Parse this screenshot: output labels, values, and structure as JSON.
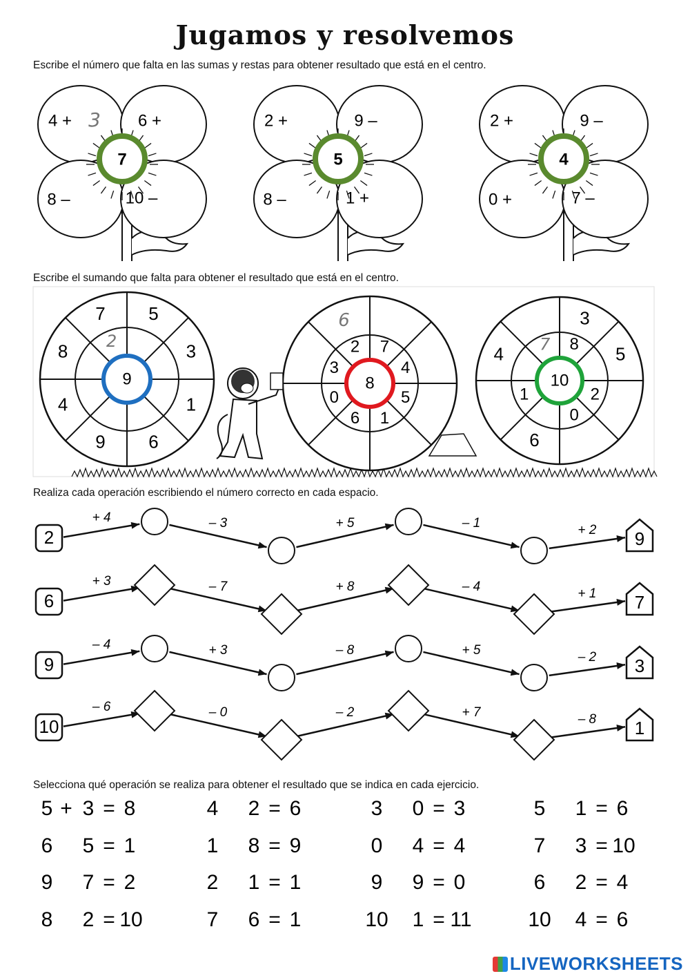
{
  "title": "Jugamos y resolvemos",
  "instructions": {
    "flowers": "Escribe el número que falta en las sumas y restas para obtener resultado que está en el centro.",
    "wheels": "Escribe el sumando que falta para obtener el resultado que está en el centro.",
    "chains": "Realiza cada operación escribiendo el número correcto en cada espacio.",
    "operations": "Selecciona qué operación se realiza para obtener el resultado que se indica en cada ejercicio."
  },
  "flowers": [
    {
      "center": "7",
      "color": "#5a8a2e",
      "petals": [
        "4 +",
        "6 +",
        "8 –",
        "10 –"
      ],
      "answers": [
        "3",
        "",
        "",
        ""
      ]
    },
    {
      "center": "5",
      "color": "#5a8a2e",
      "petals": [
        "2 +",
        "9 –",
        "8 –",
        "1 +"
      ],
      "answers": [
        "",
        "",
        "",
        ""
      ]
    },
    {
      "center": "4",
      "color": "#5a8a2e",
      "petals": [
        "2 +",
        "9 –",
        "0 +",
        "7 –"
      ],
      "answers": [
        "",
        "",
        "",
        ""
      ]
    }
  ],
  "wheels": [
    {
      "center": "9",
      "color": "#1f6fc0",
      "outer": [
        "5",
        "3",
        "1",
        "6",
        "9",
        "4",
        "8",
        "7"
      ],
      "inner": [
        "",
        "",
        "",
        "",
        "",
        "",
        "",
        "2"
      ]
    },
    {
      "center": "8",
      "color": "#e0191f",
      "outer": [
        "",
        "",
        "",
        "",
        "",
        "",
        "",
        "6"
      ],
      "inner": [
        "7",
        "4",
        "5",
        "1",
        "6",
        "0",
        "3",
        "2"
      ]
    },
    {
      "center": "10",
      "color": "#1fa33a",
      "outer": [
        "3",
        "5",
        "",
        "",
        "6",
        "",
        "4",
        ""
      ],
      "inner": [
        "8",
        "",
        "2",
        "0",
        "",
        "1",
        "",
        "7"
      ]
    }
  ],
  "chains": [
    {
      "start": "2",
      "end": "9",
      "shape": "circle",
      "ops": [
        "+ 4",
        "– 3",
        "+ 5",
        "– 1",
        "+ 2"
      ]
    },
    {
      "start": "6",
      "end": "7",
      "shape": "diamond",
      "ops": [
        "+ 3",
        "– 7",
        "+ 8",
        "– 4",
        "+ 1"
      ]
    },
    {
      "start": "9",
      "end": "3",
      "shape": "circle",
      "ops": [
        "– 4",
        "+ 3",
        "– 8",
        "+ 5",
        "– 2"
      ]
    },
    {
      "start": "10",
      "end": "1",
      "shape": "diamond",
      "ops": [
        "– 6",
        "– 0",
        "– 2",
        "+ 7",
        "– 8"
      ]
    }
  ],
  "equations": [
    [
      {
        "a": "5",
        "op": "+",
        "b": "3",
        "r": "8"
      },
      {
        "a": "4",
        "op": "",
        "b": "2",
        "r": "6"
      },
      {
        "a": "3",
        "op": "",
        "b": "0",
        "r": "3"
      },
      {
        "a": "5",
        "op": "",
        "b": "1",
        "r": "6"
      }
    ],
    [
      {
        "a": "6",
        "op": "",
        "b": "5",
        "r": "1"
      },
      {
        "a": "1",
        "op": "",
        "b": "8",
        "r": "9"
      },
      {
        "a": "0",
        "op": "",
        "b": "4",
        "r": "4"
      },
      {
        "a": "7",
        "op": "",
        "b": "3",
        "r": "10"
      }
    ],
    [
      {
        "a": "9",
        "op": "",
        "b": "7",
        "r": "2"
      },
      {
        "a": "2",
        "op": "",
        "b": "1",
        "r": "1"
      },
      {
        "a": "9",
        "op": "",
        "b": "9",
        "r": "0"
      },
      {
        "a": "6",
        "op": "",
        "b": "2",
        "r": "4"
      }
    ],
    [
      {
        "a": "8",
        "op": "",
        "b": "2",
        "r": "10"
      },
      {
        "a": "7",
        "op": "",
        "b": "6",
        "r": "1"
      },
      {
        "a": "10",
        "op": "",
        "b": "1",
        "r": "11"
      },
      {
        "a": "10",
        "op": "",
        "b": "4",
        "r": "6"
      }
    ]
  ],
  "watermark": "LIVEWORKSHEETS"
}
